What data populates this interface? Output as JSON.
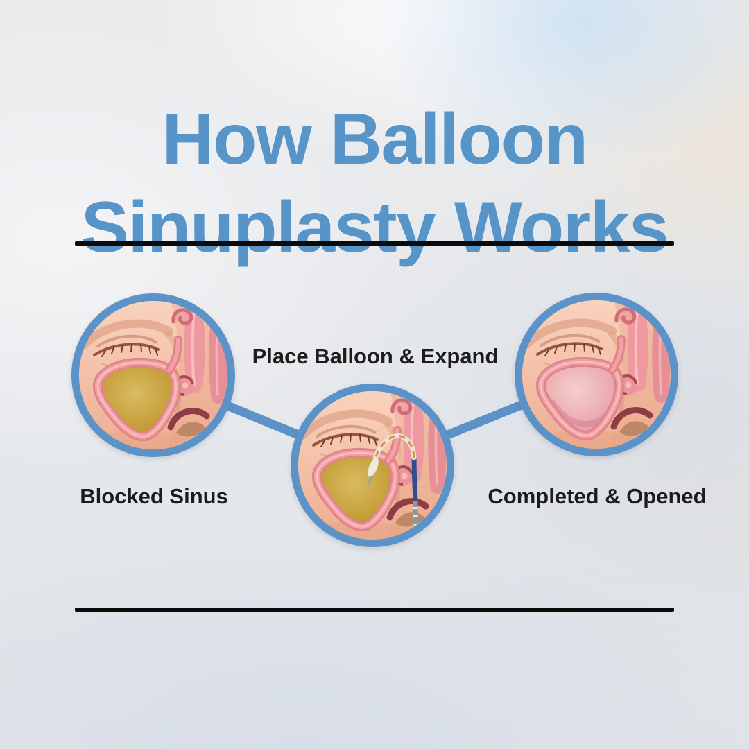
{
  "title": {
    "line1": "How Balloon",
    "line2": "Sinuplasty Works"
  },
  "steps": [
    {
      "label": "Blocked Sinus",
      "illustration": "blocked-sinus"
    },
    {
      "label": "Place Balloon & Expand",
      "illustration": "balloon-placed"
    },
    {
      "label": "Completed & Opened",
      "illustration": "sinus-opened"
    }
  ],
  "colors": {
    "title_blue": "#5794c8",
    "accent_blue": "#5b93c8",
    "divider_black": "#0b0b0b",
    "label_black": "#1c1c1c",
    "skin": "#f2bda6",
    "mucus_yellow": "#c7a23c",
    "opened_pink": "#eaacb1"
  }
}
